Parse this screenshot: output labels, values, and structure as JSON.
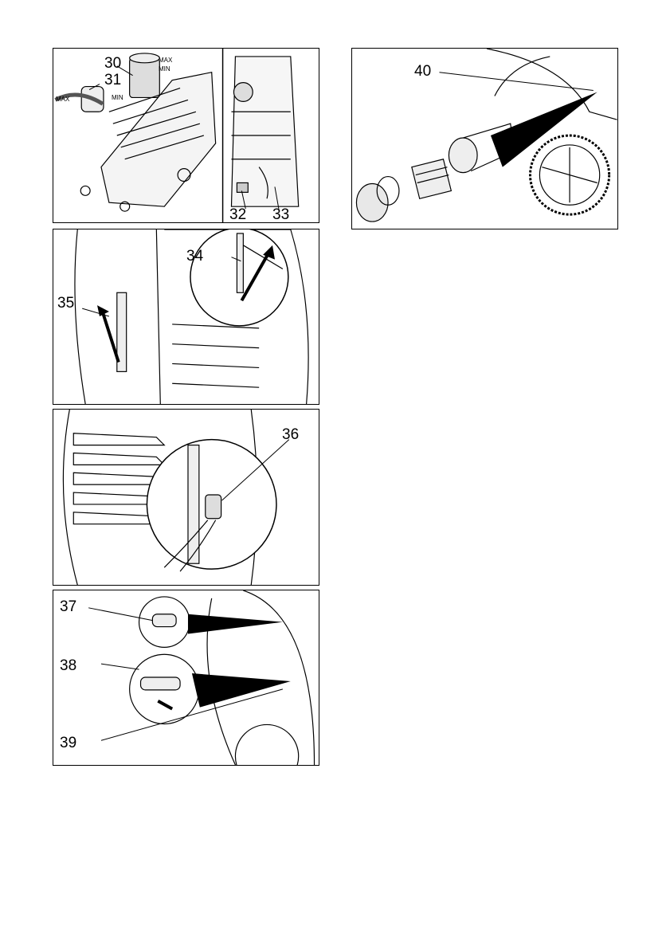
{
  "figures": [
    {
      "id": "pump-oil",
      "callouts": [
        "30",
        "31",
        "32",
        "33"
      ],
      "dial_labels": [
        "MAX",
        "MIN"
      ],
      "tank_labels": [
        "MAX",
        "MIN"
      ]
    },
    {
      "id": "hose-rails",
      "callouts": [
        "34",
        "35"
      ]
    },
    {
      "id": "connector",
      "callouts": [
        "36"
      ]
    },
    {
      "id": "inlet-outlet",
      "callouts": [
        "37",
        "38",
        "39"
      ]
    },
    {
      "id": "inlet-filter",
      "callouts": [
        "40"
      ]
    }
  ]
}
